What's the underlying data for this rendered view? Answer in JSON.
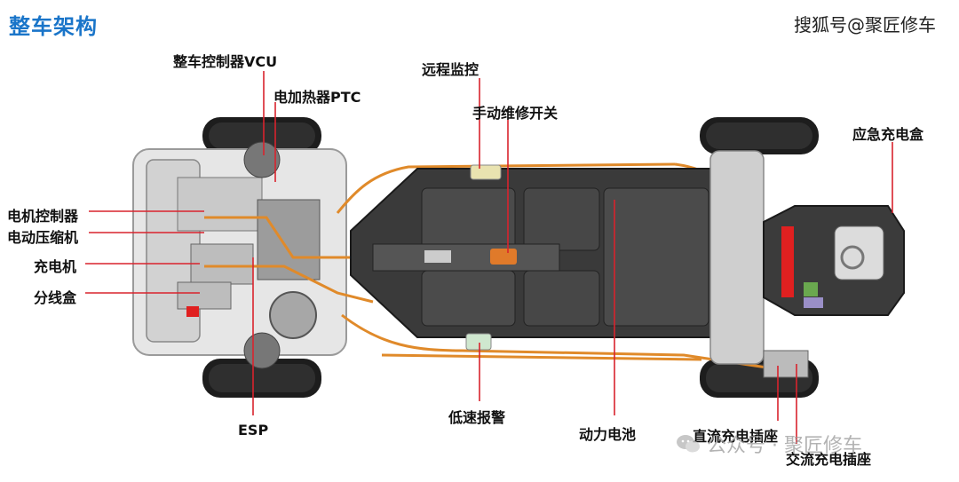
{
  "title": "整车架构",
  "source": "搜狐号@聚匠修车",
  "watermark": "公众号 · 聚匠修车",
  "colors": {
    "title": "#1a75c9",
    "leader": "#d9232d",
    "cable": "#e08a2a"
  },
  "labels": {
    "vcu": "整车控制器VCU",
    "ptc": "电加热器PTC",
    "remote": "远程监控",
    "manual_switch": "手动维修开关",
    "emergency_box": "应急充电盒",
    "motor_controller": "电机控制器",
    "e_compressor": "电动压缩机",
    "charger": "充电机",
    "junction_box": "分线盒",
    "esp": "ESP",
    "low_speed_alarm": "低速报警",
    "battery": "动力电池",
    "dc_port": "直流充电插座",
    "ac_port": "交流充电插座"
  }
}
